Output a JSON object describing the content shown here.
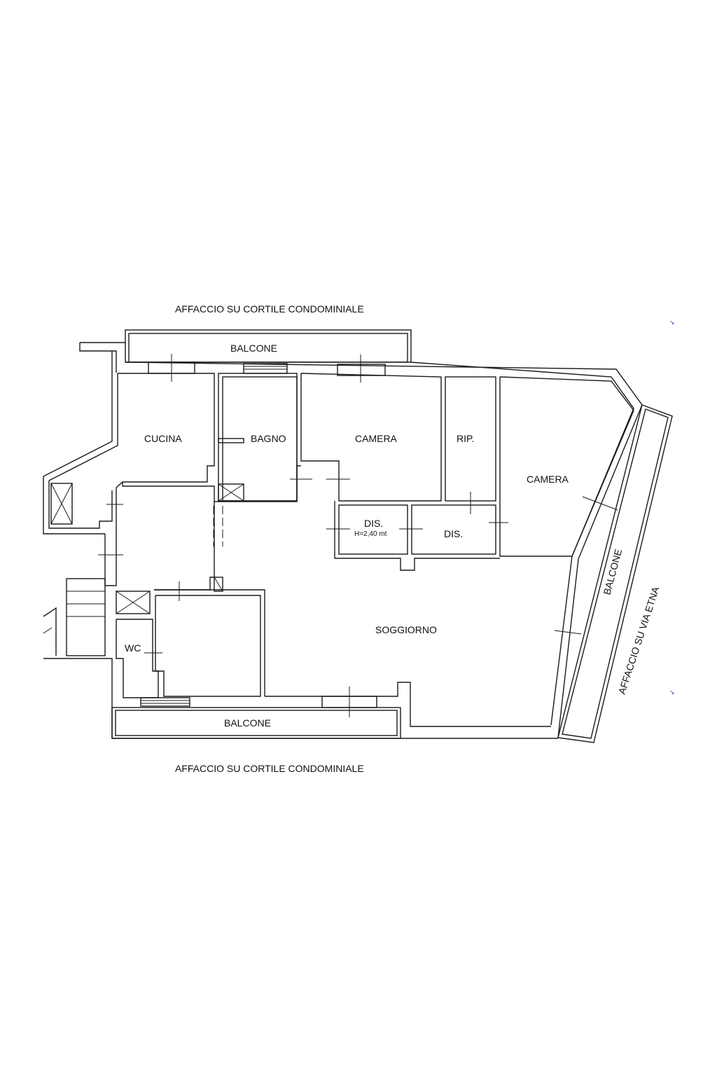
{
  "headings": {
    "top": "AFFACCIO SU CORTILE CONDOMINIALE",
    "bottom": "AFFACCIO SU CORTILE CONDOMINIALE",
    "side": "AFFACCIO SU VIA ETNA"
  },
  "rooms": {
    "balcone_top": "BALCONE",
    "cucina": "CUCINA",
    "bagno": "BAGNO",
    "camera_1": "CAMERA",
    "rip": "RIP.",
    "camera_2": "CAMERA",
    "dis_1": "DIS.",
    "dis_1_height": "H=2,40 mt",
    "dis_2": "DIS.",
    "soggiorno": "SOGGIORNO",
    "wc": "WC",
    "balcone_bottom": "BALCONE",
    "balcone_side": "BALCONE"
  },
  "marks": {
    "upper": "↘",
    "lower": "↘"
  }
}
